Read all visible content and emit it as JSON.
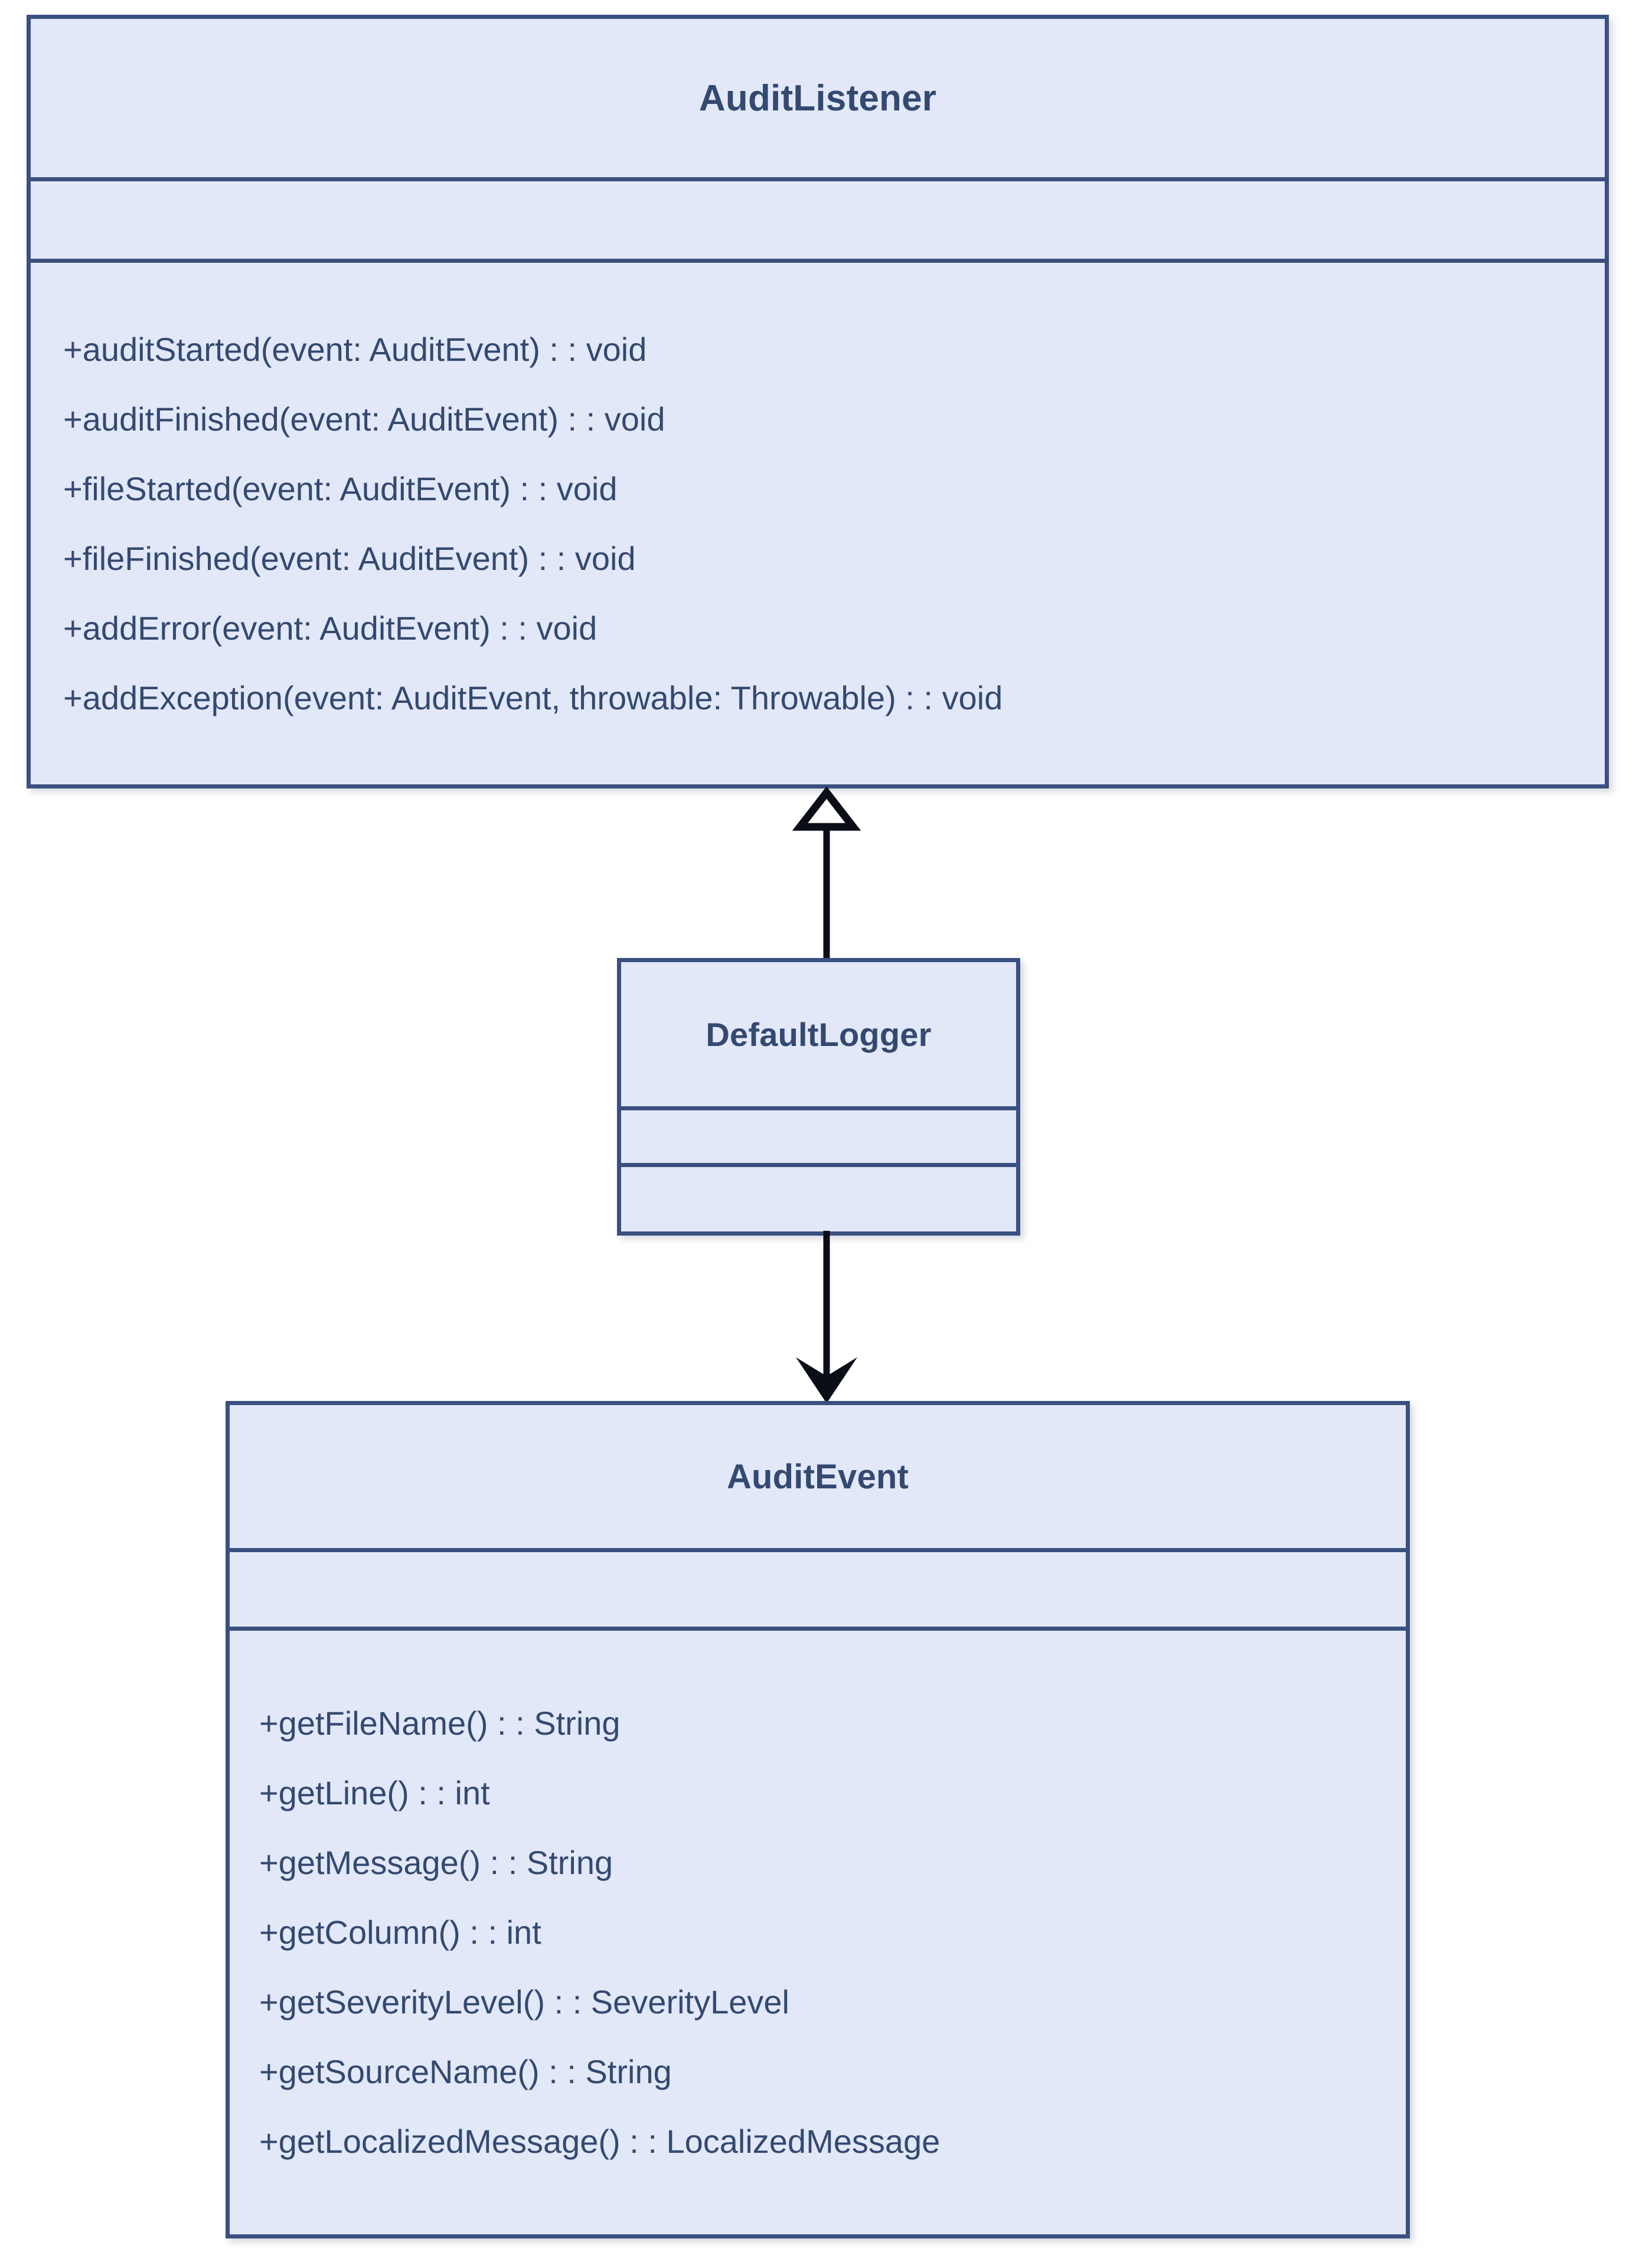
{
  "diagram": {
    "type": "uml-class-diagram",
    "colors": {
      "box_fill": "#e2e8f8",
      "box_border": "#3a5080",
      "text": "#34496f",
      "connector": "#0b0d17",
      "background": "#ffffff"
    }
  },
  "classes": [
    {
      "name": "AuditListener",
      "attributes": [],
      "methods": [
        "+auditStarted(event: AuditEvent) : : void",
        "+auditFinished(event: AuditEvent) : : void",
        "+fileStarted(event: AuditEvent) : : void",
        "+fileFinished(event: AuditEvent) : : void",
        "+addError(event: AuditEvent) : : void",
        "+addException(event: AuditEvent, throwable: Throwable) : : void"
      ]
    },
    {
      "name": "DefaultLogger",
      "attributes": [],
      "methods": []
    },
    {
      "name": "AuditEvent",
      "attributes": [],
      "methods": [
        "+getFileName() : : String",
        "+getLine() : : int",
        "+getMessage() : : String",
        "+getColumn() : : int",
        "+getSeverityLevel() : : SeverityLevel",
        "+getSourceName() : : String",
        "+getLocalizedMessage() : : LocalizedMessage"
      ]
    }
  ],
  "relationships": [
    {
      "kind": "generalization",
      "from": "DefaultLogger",
      "to": "AuditListener",
      "arrowhead": "hollow-triangle",
      "direction": "up"
    },
    {
      "kind": "dependency",
      "from": "DefaultLogger",
      "to": "AuditEvent",
      "arrowhead": "solid-open-arrow",
      "direction": "down"
    }
  ]
}
